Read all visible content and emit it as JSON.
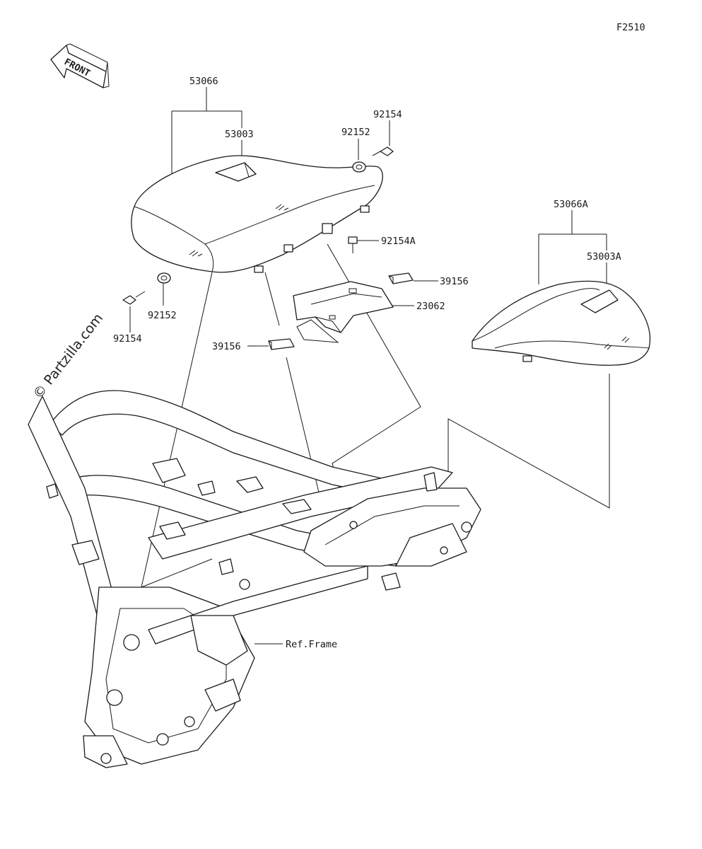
{
  "diagram_code": "F2510",
  "front_label": "FRONT",
  "watermark": "© Partzilla.com",
  "labels": {
    "seat_assy": "53066",
    "seat_cover": "53003",
    "bolt_a": "92154",
    "collar_top": "92152",
    "bolt_b": "92154A",
    "damper_right": "39156",
    "bracket": "23062",
    "damper_left": "39156",
    "collar_left": "92152",
    "bolt_left": "92154",
    "rear_seat_assy": "53066A",
    "rear_seat_cover": "53003A",
    "frame_ref": "Ref.Frame"
  },
  "colors": {
    "line": "#1a1a1a",
    "background": "#ffffff"
  }
}
